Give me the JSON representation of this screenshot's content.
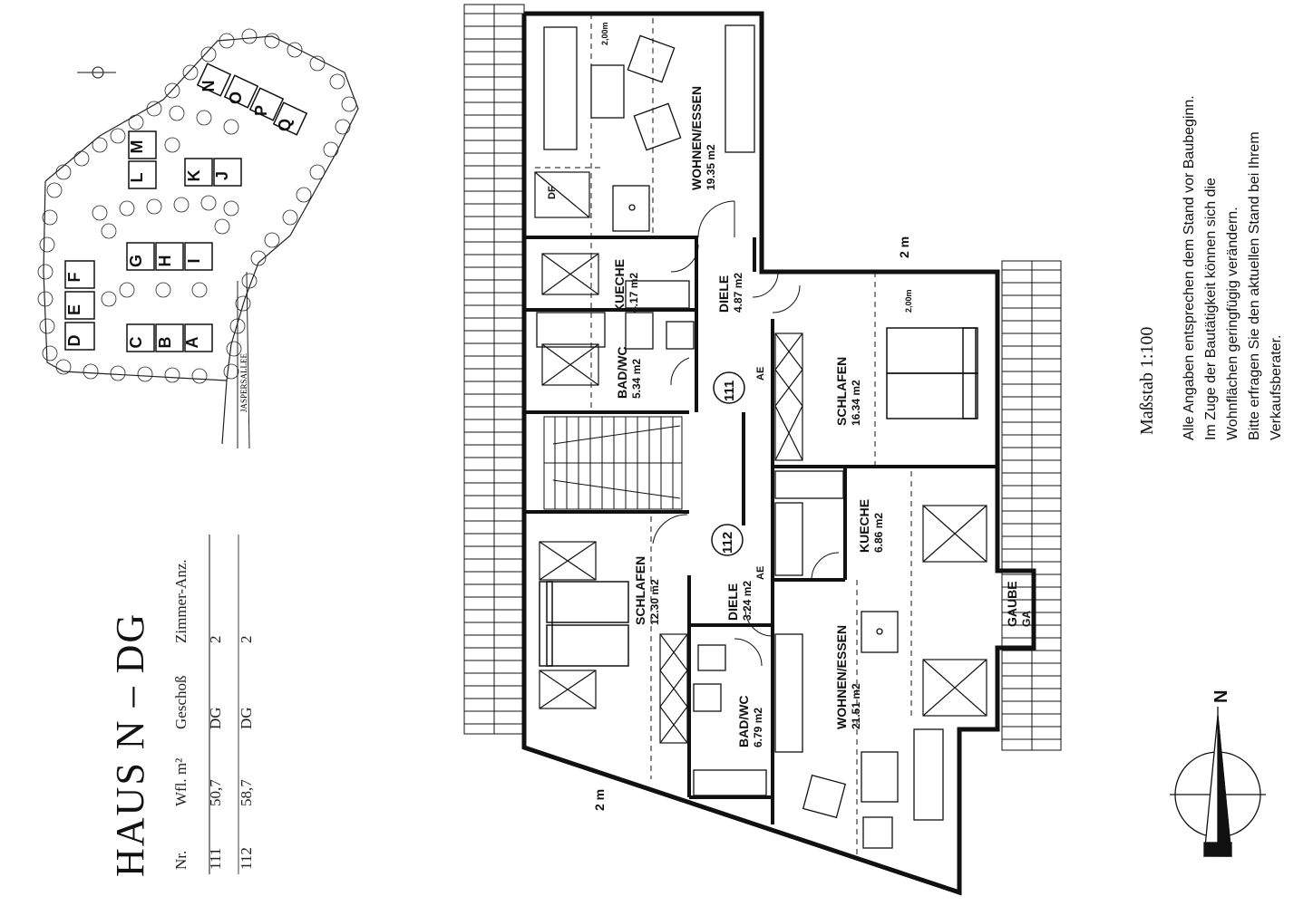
{
  "heading": {
    "title": "HAUS N  –  DG"
  },
  "unit_table": {
    "headers": [
      "Nr.",
      "Wfl. m²",
      "Geschoß",
      "Zimmer-Anz."
    ],
    "rows": [
      [
        "111",
        "50,7",
        "DG",
        "2"
      ],
      [
        "112",
        "58,7",
        "DG",
        "2"
      ]
    ]
  },
  "site_plan": {
    "building_letters": [
      "A",
      "B",
      "C",
      "D",
      "E",
      "F",
      "G",
      "H",
      "I",
      "J",
      "K",
      "L",
      "M",
      "N",
      "O",
      "P",
      "Q"
    ],
    "street": "JASPERSALLEE"
  },
  "rooms": [
    {
      "name": "WOHNEN/ESSEN",
      "area": "19.35 m2"
    },
    {
      "name": "KUECHE",
      "area": "4.17 m2"
    },
    {
      "name": "BAD/WC",
      "area": "5.34 m2"
    },
    {
      "name": "DIELE",
      "area": "4.87 m2"
    },
    {
      "name": "SCHLAFEN",
      "area": "16.34 m2"
    },
    {
      "name": "KUECHE",
      "area": "6.86 m2"
    },
    {
      "name": "SCHLAFEN",
      "area": "12.30 m2"
    },
    {
      "name": "DIELE",
      "area": "3.24 m2"
    },
    {
      "name": "BAD/WC",
      "area": "6.79 m2"
    },
    {
      "name": "WOHNEN/ESSEN",
      "area": "21.51 m2"
    },
    {
      "name": "GAUBE",
      "area": "GA"
    }
  ],
  "unit_numbers": [
    "111",
    "112"
  ],
  "dimension_marks": [
    "2 m",
    "2 m"
  ],
  "small_marks": {
    "ae": "AE",
    "df": "DF",
    "height": "2,00m"
  },
  "scale": "Maßstab 1:100",
  "notes": [
    "Alle Angaben entsprechen dem Stand vor Baubeginn.",
    "Im Zuge der Bautätigkeit können sich die",
    "Wohnflächen geringfügig verändern.",
    "Bitte erfragen Sie den aktuellen Stand bei Ihrem",
    "Verkaufsberater."
  ],
  "compass": {
    "label": "N"
  },
  "colors": {
    "ink": "#111111",
    "paper": "#ffffff"
  }
}
